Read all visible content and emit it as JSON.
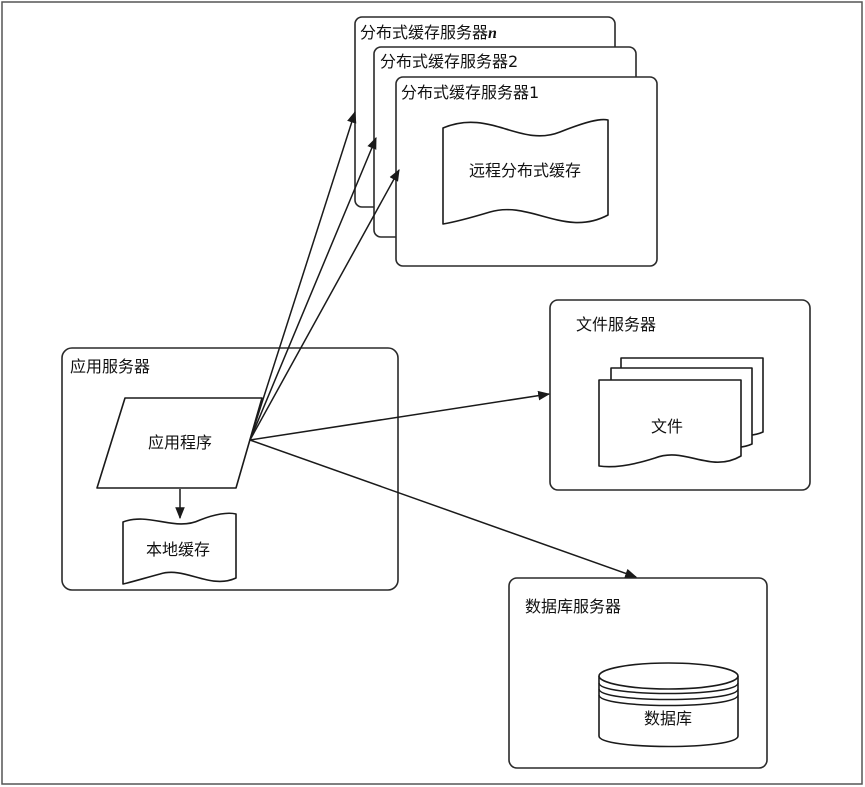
{
  "app_server": {
    "title": "应用服务器",
    "program": "应用程序",
    "local_cache": "本地缓存"
  },
  "cache_servers": [
    {
      "title": "分布式缓存服务器",
      "suffix": "n"
    },
    {
      "title": "分布式缓存服务器",
      "suffix": "2"
    },
    {
      "title": "分布式缓存服务器",
      "suffix": "1"
    }
  ],
  "remote_cache": "远程分布式缓存",
  "file_server": {
    "title": "文件服务器",
    "file": "文件"
  },
  "db_server": {
    "title": "数据库服务器",
    "database": "数据库"
  }
}
